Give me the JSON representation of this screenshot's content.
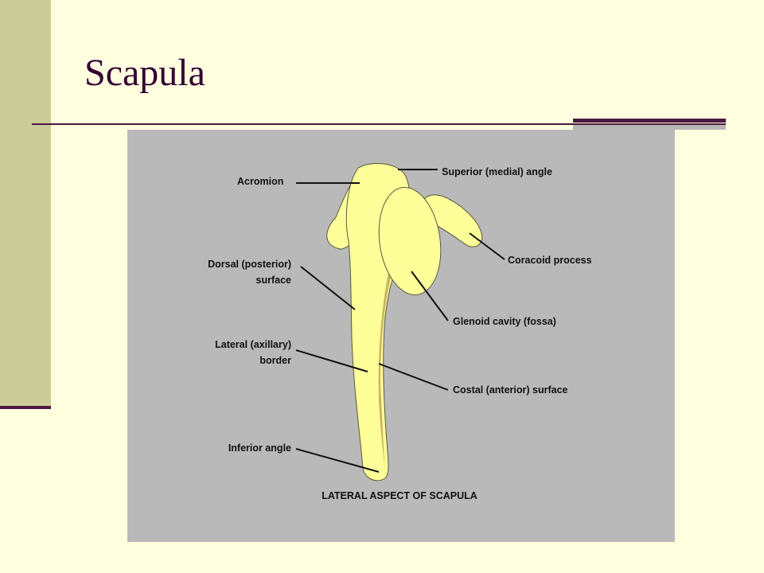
{
  "slide": {
    "title": "Scapula",
    "colors": {
      "background": "#ffffe0",
      "sidebar": "#cccc99",
      "accent": "#4a1a40",
      "title_text": "#330033",
      "figure_background": "#b9b9b9",
      "bone_fill": "#ffff99"
    }
  },
  "figure": {
    "caption": "LATERAL ASPECT OF SCAPULA",
    "labels": {
      "acromion": "Acromion",
      "superior_angle": "Superior (medial) angle",
      "coracoid_process": "Coracoid process",
      "dorsal_surface_line1": "Dorsal (posterior)",
      "dorsal_surface_line2": "surface",
      "glenoid_cavity": "Glenoid cavity (fossa)",
      "lateral_border_line1": "Lateral (axillary)",
      "lateral_border_line2": "border",
      "costal_surface": "Costal (anterior) surface",
      "inferior_angle": "Inferior angle"
    }
  }
}
